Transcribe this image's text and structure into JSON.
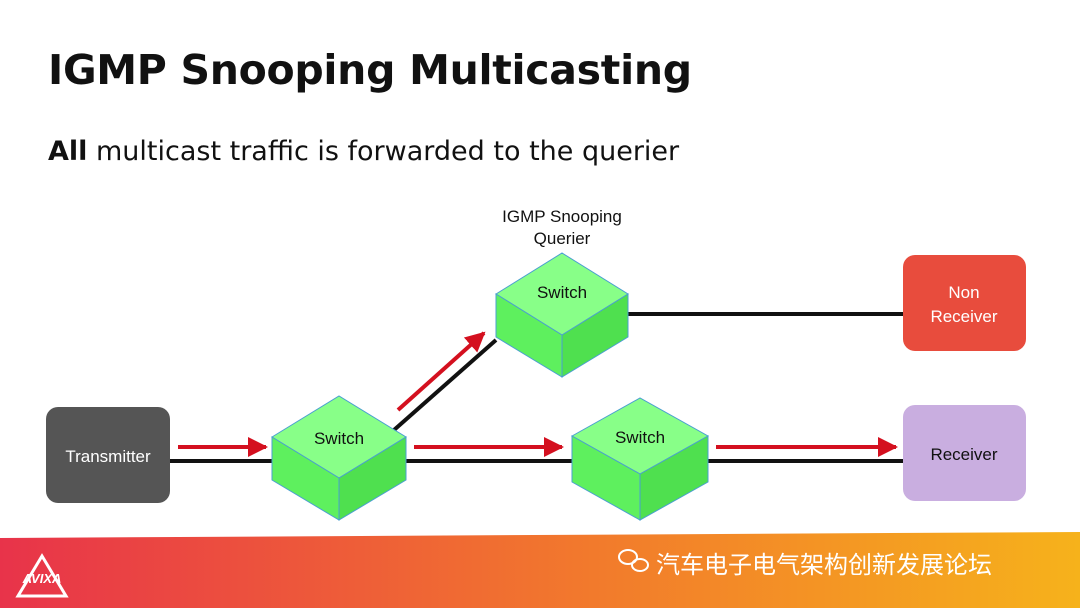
{
  "slide": {
    "title": "IGMP Snooping Multicasting",
    "subtitle_bold": "All",
    "subtitle_rest": " multicast traffic is forwarded to the querier"
  },
  "diagram": {
    "querier_caption_line1": "IGMP Snooping",
    "querier_caption_line2": "Querier",
    "transmitter": "Transmitter",
    "switch_left": "Switch",
    "switch_top": "Switch",
    "switch_bottom": "Switch",
    "non_receiver_line1": "Non",
    "non_receiver_line2": "Receiver",
    "receiver": "Receiver"
  },
  "footer": {
    "logo_text": "AVIXA",
    "brand_text": "汽车电子电气架构创新发展论坛"
  },
  "colors": {
    "switch_fill": "#66ff66",
    "transmitter": "#555555",
    "non_receiver": "#e84c3d",
    "receiver": "#c9aee0",
    "arrow": "#d4101f",
    "footer_gradient_start": "#e8334a",
    "footer_gradient_end": "#f6b21b"
  }
}
